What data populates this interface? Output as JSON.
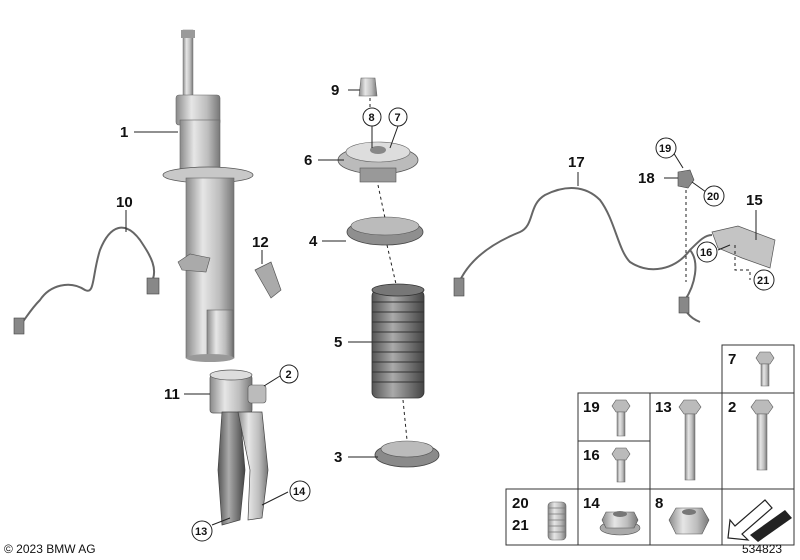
{
  "callouts": {
    "c1": "1",
    "c2": "2",
    "c3": "3",
    "c4": "4",
    "c5": "5",
    "c6": "6",
    "c7": "7",
    "c8": "8",
    "c9": "9",
    "c10": "10",
    "c11": "11",
    "c12": "12",
    "c13": "13",
    "c14": "14",
    "c15": "15",
    "c16": "16",
    "c17": "17",
    "c18": "18",
    "c19": "19",
    "c20": "20",
    "c21": "21"
  },
  "grid": {
    "g7": "7",
    "g19": "19",
    "g13": "13",
    "g2": "2",
    "g16": "16",
    "g20": "20",
    "g21": "21",
    "g14": "14",
    "g8": "8"
  },
  "footer": {
    "copyright": "© 2023 BMW AG",
    "diagram_number": "534823"
  }
}
